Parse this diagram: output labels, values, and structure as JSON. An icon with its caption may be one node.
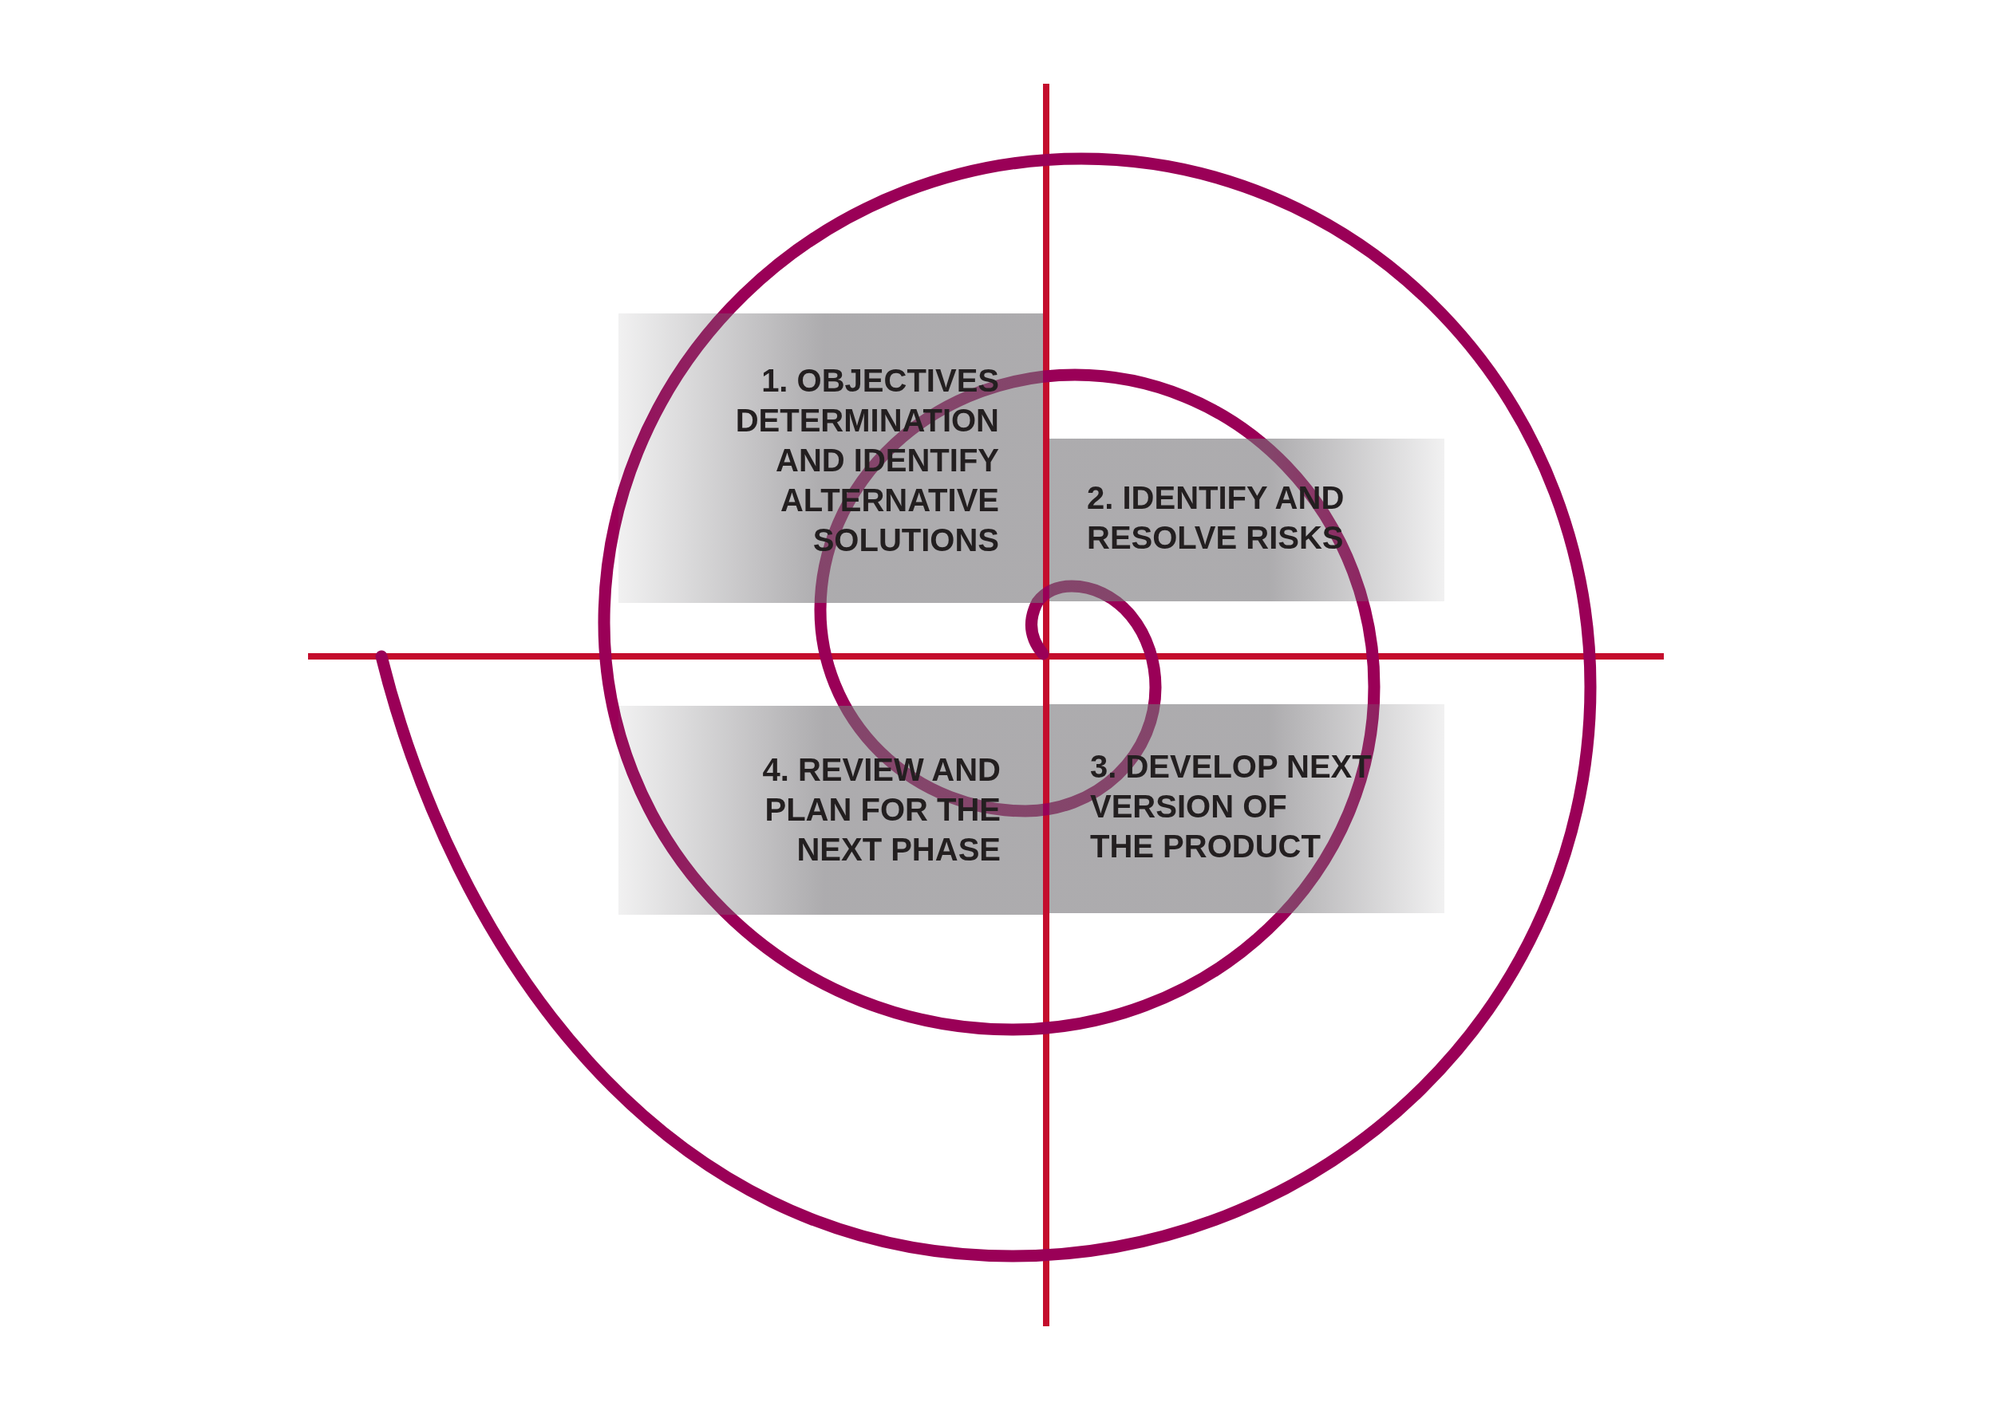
{
  "diagram": {
    "nodes": [
      {
        "text": [
          "1. OBJECTIVES DETERMINATION AND IDENTIFY ALTERNATIVE SOLUTIONS"
        ]
      },
      {
        "text": [
          "2. IDENTIFY AND RESOLVE RISKS"
        ]
      },
      {
        "text": [
          "3. DEVELOP NEXT VERSION OF THE PRODUCT"
        ]
      },
      {
        "text": [
          "4. REVIEW AND PLAN FOR THE NEXT PHASE"
        ]
      }
    ]
  }
}
